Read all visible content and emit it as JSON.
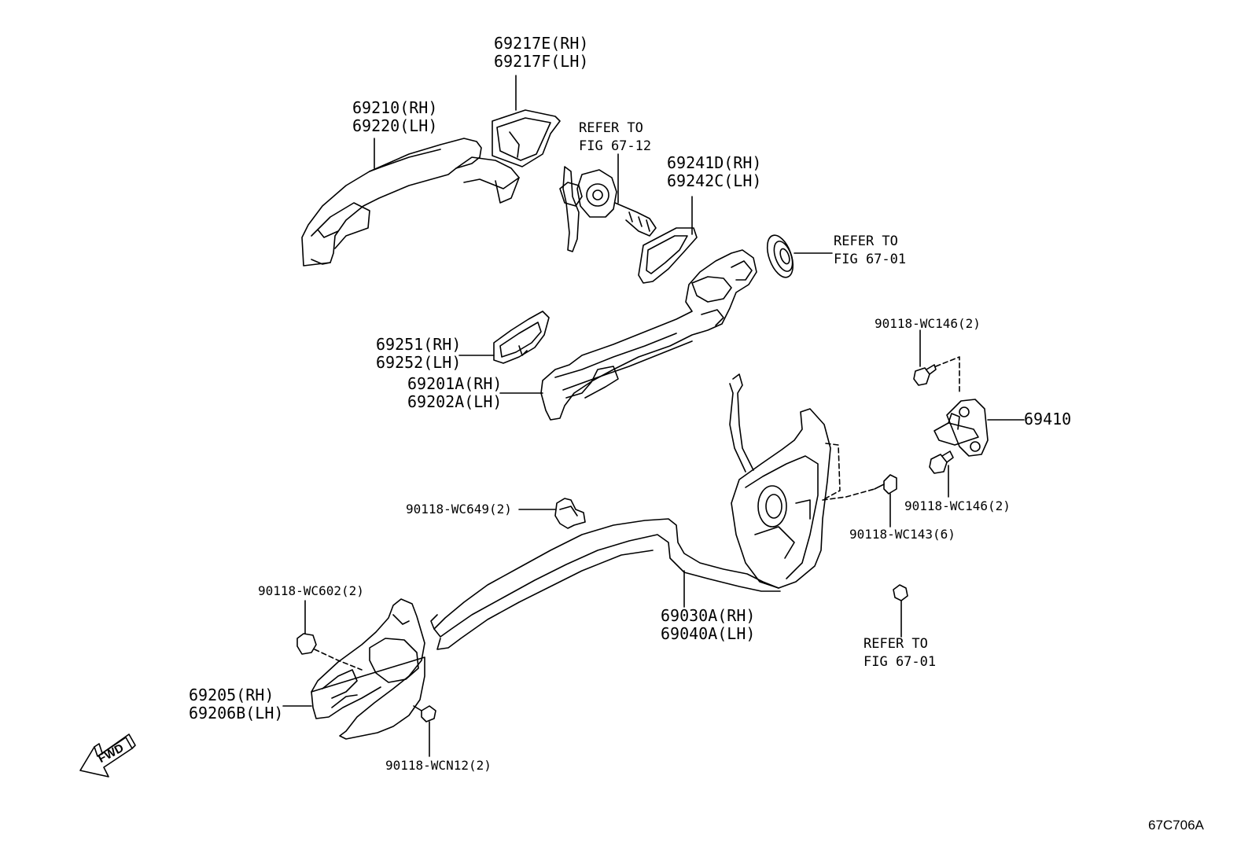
{
  "diagram": {
    "code": "67C706A",
    "fwd_label": "FWD",
    "parts": [
      {
        "id": "p69217",
        "lines": [
          "69217E(RH)",
          "69217F(LH)"
        ]
      },
      {
        "id": "p69210",
        "lines": [
          "69210(RH)",
          "69220(LH)"
        ]
      },
      {
        "id": "ref_67_12",
        "lines": [
          "REFER TO",
          "FIG 67-12"
        ]
      },
      {
        "id": "p69241",
        "lines": [
          "69241D(RH)",
          "69242C(LH)"
        ]
      },
      {
        "id": "ref_67_01_top",
        "lines": [
          "REFER TO",
          "FIG 67-01"
        ]
      },
      {
        "id": "w146_top",
        "lines": [
          "90118-WC146(2)"
        ]
      },
      {
        "id": "p69251",
        "lines": [
          "69251(RH)",
          "69252(LH)"
        ]
      },
      {
        "id": "p69201",
        "lines": [
          "69201A(RH)",
          "69202A(LH)"
        ]
      },
      {
        "id": "p69410",
        "lines": [
          "69410"
        ]
      },
      {
        "id": "w146_bottom",
        "lines": [
          "90118-WC146(2)"
        ]
      },
      {
        "id": "w649",
        "lines": [
          "90118-WC649(2)"
        ]
      },
      {
        "id": "w143",
        "lines": [
          "90118-WC143(6)"
        ]
      },
      {
        "id": "w602",
        "lines": [
          "90118-WC602(2)"
        ]
      },
      {
        "id": "p69030",
        "lines": [
          "69030A(RH)",
          "69040A(LH)"
        ]
      },
      {
        "id": "ref_67_01_bottom",
        "lines": [
          "REFER TO",
          "FIG 67-01"
        ]
      },
      {
        "id": "p69205",
        "lines": [
          "69205(RH)",
          "69206B(LH)"
        ]
      },
      {
        "id": "wcn12",
        "lines": [
          "90118-WCN12(2)"
        ]
      }
    ]
  }
}
